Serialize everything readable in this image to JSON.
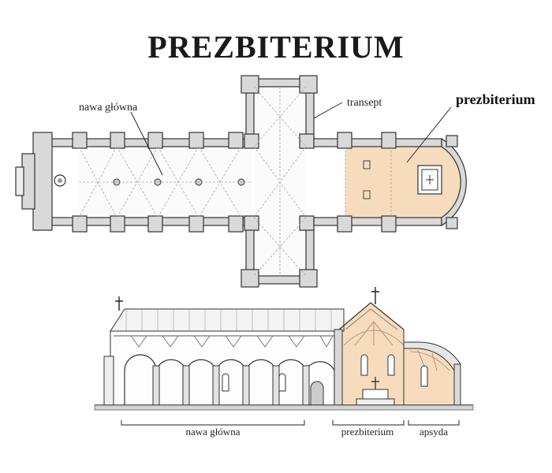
{
  "title": "PREZBITERIUM",
  "plan_labels": {
    "nave": "nawa główna",
    "transept": "transept",
    "presbytery": "prezbiterium"
  },
  "section_labels": {
    "nave": "nawa główna",
    "presbytery": "prezbiterium",
    "apse": "apsyda"
  },
  "colors": {
    "highlight": "#f6dcbd",
    "wall": "#d9d9d9",
    "stroke": "#333333"
  }
}
